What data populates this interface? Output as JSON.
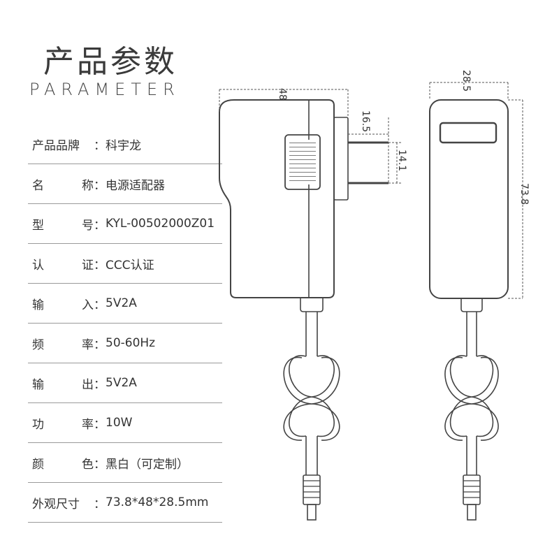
{
  "header": {
    "title_cn": "产品参数",
    "title_en": "PARAMETER"
  },
  "specs": [
    {
      "label_chars": [
        "产",
        "品",
        "品",
        "牌"
      ],
      "colon": "：",
      "value": "科宇龙"
    },
    {
      "label_chars": [
        "名",
        "称"
      ],
      "colon": "：",
      "value": "电源适配器"
    },
    {
      "label_chars": [
        "型",
        "号"
      ],
      "colon": "：",
      "value": "KYL-00502000Z01"
    },
    {
      "label_chars": [
        "认",
        "证"
      ],
      "colon": "：",
      "value": "CCC认证"
    },
    {
      "label_chars": [
        "输",
        "入"
      ],
      "colon": "：",
      "value": "5V2A"
    },
    {
      "label_chars": [
        "频",
        "率"
      ],
      "colon": "：",
      "value": "50-60Hz"
    },
    {
      "label_chars": [
        "输",
        "出"
      ],
      "colon": "：",
      "value": "5V2A"
    },
    {
      "label_chars": [
        "功",
        "率"
      ],
      "colon": "：",
      "value": "10W"
    },
    {
      "label_chars": [
        "颜",
        "色"
      ],
      "colon": "：",
      "value": "黑白（可定制）"
    },
    {
      "label_chars": [
        "外",
        "观",
        "尺",
        "寸"
      ],
      "colon": "：",
      "value": "73.8*48*28.5mm"
    }
  ],
  "dimensions": {
    "side_width": "48",
    "prong_length": "16.5",
    "prong_spacing": "14.1",
    "front_width": "28.5",
    "height": "73.8"
  },
  "colors": {
    "line": "#444444",
    "dim_line": "#555555",
    "text": "#333333"
  }
}
